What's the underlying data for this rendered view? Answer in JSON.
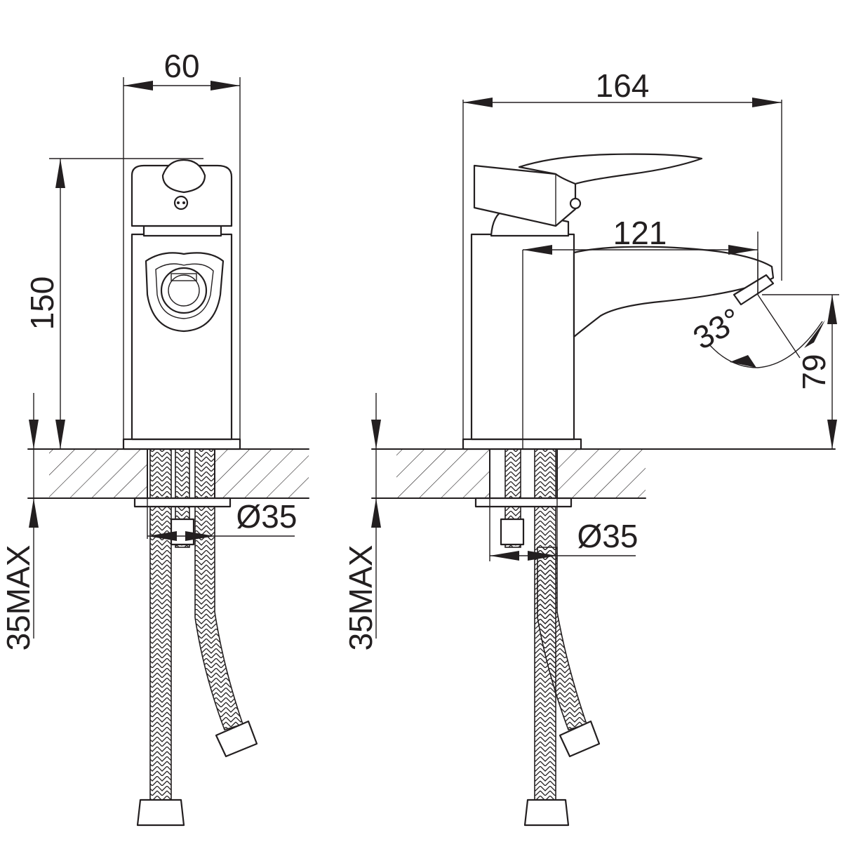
{
  "front_view": {
    "width_label": "60",
    "height_label": "150",
    "hole_label": "Ø35",
    "thickness_label": "35MAX"
  },
  "side_view": {
    "length_label": "164",
    "reach_label": "121",
    "angle_label": "33°",
    "spout_height_label": "79",
    "hole_label": "Ø35",
    "thickness_label": "35MAX"
  }
}
